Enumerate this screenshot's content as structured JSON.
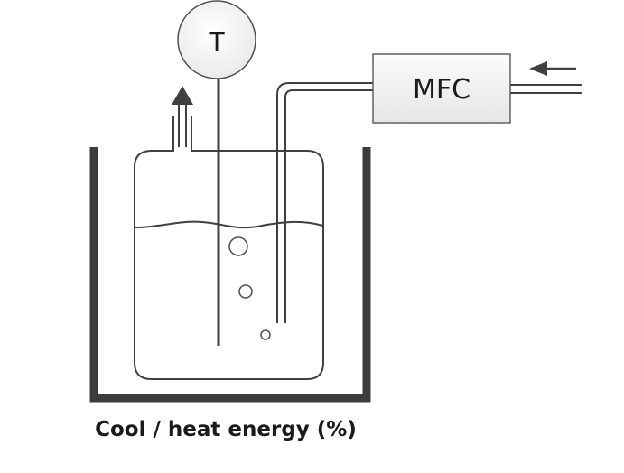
{
  "diagram": {
    "thermometer_label": "T",
    "mfc_label": "MFC",
    "caption": "Cool / heat energy (%)"
  },
  "colors": {
    "stroke": "#404040",
    "jacket": "#3c3c3c",
    "mfc_fill": "#f2f2f2",
    "thermometer_fill": "#f4f4f4"
  }
}
